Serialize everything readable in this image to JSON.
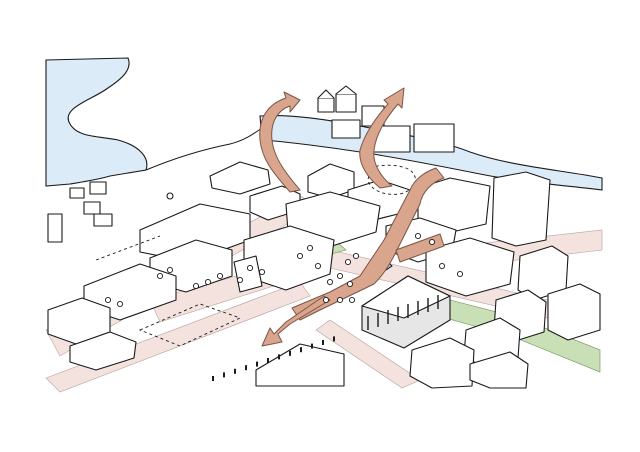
{
  "colors": {
    "water": "#dcebf8",
    "route": "#d9a58d",
    "route_outline": "#7a5547",
    "street": "#f3e2dd",
    "park": "#c9dfb6",
    "building": "#ffffff",
    "building_shade": "#e6e6e6",
    "ink": "#1a1a1a",
    "pond": "#a9c9ec"
  },
  "elements": {
    "water_body": "coastline-water",
    "movement_arrows": [
      "north-west-arrow",
      "north-east-arrow",
      "south-west-arrow"
    ],
    "icons": [
      "arrow-icon",
      "tree-icon",
      "bollard-icon",
      "pond-icon"
    ]
  }
}
